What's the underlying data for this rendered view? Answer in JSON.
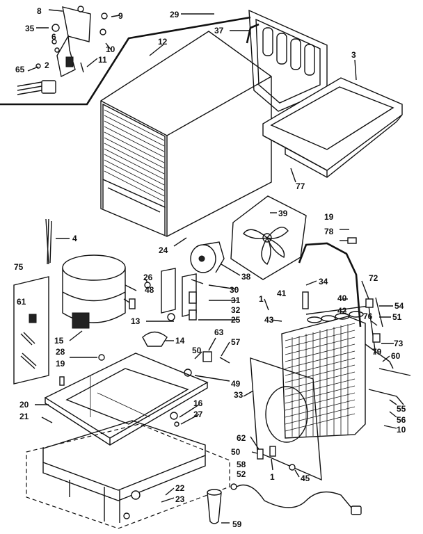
{
  "callouts": [
    {
      "id": "c8",
      "text": "8"
    },
    {
      "id": "c9",
      "text": "9"
    },
    {
      "id": "c35",
      "text": "35"
    },
    {
      "id": "c6",
      "text": "6"
    },
    {
      "id": "c10",
      "text": "10"
    },
    {
      "id": "c11",
      "text": "11"
    },
    {
      "id": "c65",
      "text": "65"
    },
    {
      "id": "c2",
      "text": "2"
    },
    {
      "id": "c29",
      "text": "29"
    },
    {
      "id": "c37",
      "text": "37"
    },
    {
      "id": "c12",
      "text": "12"
    },
    {
      "id": "c3",
      "text": "3"
    },
    {
      "id": "c77",
      "text": "77"
    },
    {
      "id": "c4",
      "text": "4"
    },
    {
      "id": "c24",
      "text": "24"
    },
    {
      "id": "c39",
      "text": "39"
    },
    {
      "id": "c19a",
      "text": "19"
    },
    {
      "id": "c78",
      "text": "78"
    },
    {
      "id": "c75",
      "text": "75"
    },
    {
      "id": "c26",
      "text": "26"
    },
    {
      "id": "c48",
      "text": "48"
    },
    {
      "id": "c38",
      "text": "38"
    },
    {
      "id": "c30",
      "text": "30"
    },
    {
      "id": "c34",
      "text": "34"
    },
    {
      "id": "c72",
      "text": "72"
    },
    {
      "id": "c61",
      "text": "61"
    },
    {
      "id": "c31",
      "text": "31"
    },
    {
      "id": "c41",
      "text": "41"
    },
    {
      "id": "c40",
      "text": "40"
    },
    {
      "id": "c54",
      "text": "54"
    },
    {
      "id": "c32",
      "text": "32"
    },
    {
      "id": "c1a",
      "text": "1"
    },
    {
      "id": "c42",
      "text": "42"
    },
    {
      "id": "c13",
      "text": "13"
    },
    {
      "id": "c25",
      "text": "25"
    },
    {
      "id": "c43",
      "text": "43"
    },
    {
      "id": "c76",
      "text": "76"
    },
    {
      "id": "c51",
      "text": "51"
    },
    {
      "id": "c63",
      "text": "63"
    },
    {
      "id": "c15",
      "text": "15"
    },
    {
      "id": "c14",
      "text": "14"
    },
    {
      "id": "c57",
      "text": "57"
    },
    {
      "id": "c73",
      "text": "73"
    },
    {
      "id": "c79",
      "text": "79"
    },
    {
      "id": "c28",
      "text": "28"
    },
    {
      "id": "c50a",
      "text": "50"
    },
    {
      "id": "c60",
      "text": "60"
    },
    {
      "id": "c19b",
      "text": "19"
    },
    {
      "id": "c49",
      "text": "49"
    },
    {
      "id": "c33",
      "text": "33"
    },
    {
      "id": "c20",
      "text": "20"
    },
    {
      "id": "c21",
      "text": "21"
    },
    {
      "id": "c16",
      "text": "16"
    },
    {
      "id": "c27",
      "text": "27"
    },
    {
      "id": "c55",
      "text": "55"
    },
    {
      "id": "c56",
      "text": "56"
    },
    {
      "id": "c10b",
      "text": "10"
    },
    {
      "id": "c62",
      "text": "62"
    },
    {
      "id": "c50b",
      "text": "50"
    },
    {
      "id": "c1b",
      "text": "1"
    },
    {
      "id": "c58",
      "text": "58"
    },
    {
      "id": "c52",
      "text": "52"
    },
    {
      "id": "c45",
      "text": "45"
    },
    {
      "id": "c22",
      "text": "22"
    },
    {
      "id": "c23",
      "text": "23"
    },
    {
      "id": "c59",
      "text": "59"
    }
  ]
}
